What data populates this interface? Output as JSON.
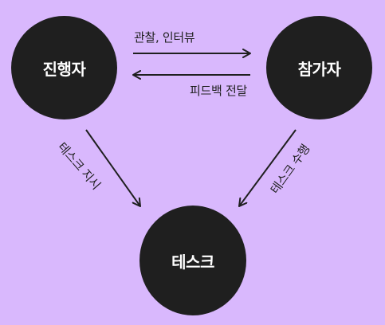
{
  "nodes": {
    "facilitator": "진행자",
    "participant": "참가자",
    "task": "테스크"
  },
  "edges": {
    "observe_interview": "관찰, 인터뷰",
    "feedback": "피드백 전달",
    "task_instruction": "테스크 지시",
    "task_performance": "테스크 수행"
  },
  "colors": {
    "background": "#d9b8fd",
    "node": "#1f1f1f",
    "node_text": "#ffffff",
    "line": "#1f1f1f"
  }
}
